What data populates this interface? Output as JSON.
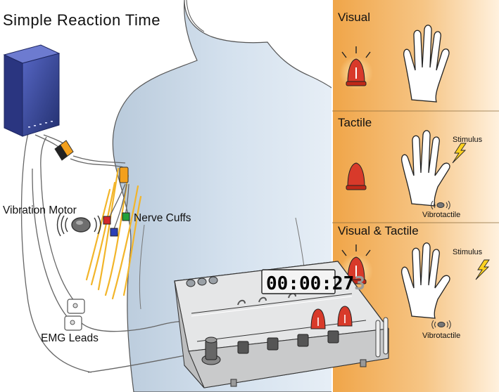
{
  "title": "Simple Reaction Time",
  "labels": {
    "vibration_motor": "Vibration Motor",
    "nerve_cuffs": "Nerve Cuffs",
    "emg_leads": "EMG Leads"
  },
  "panels": [
    {
      "title": "Visual",
      "stimulus": "",
      "vibro": ""
    },
    {
      "title": "Tactile",
      "stimulus": "Stimulus",
      "vibro": "Vibrotactile"
    },
    {
      "title": "Visual & Tactile",
      "stimulus": "Stimulus",
      "vibro": "Vibrotactile"
    }
  ],
  "timer": {
    "main": "00:00:27",
    "last_digit": "3"
  },
  "colors": {
    "panel_orange": "#f1ac55",
    "body_blue": "#c8d7e6",
    "stimulator_blue": "#3b4aa3",
    "nerve_yellow": "#f2b52a",
    "light_red": "#d83a2a"
  }
}
